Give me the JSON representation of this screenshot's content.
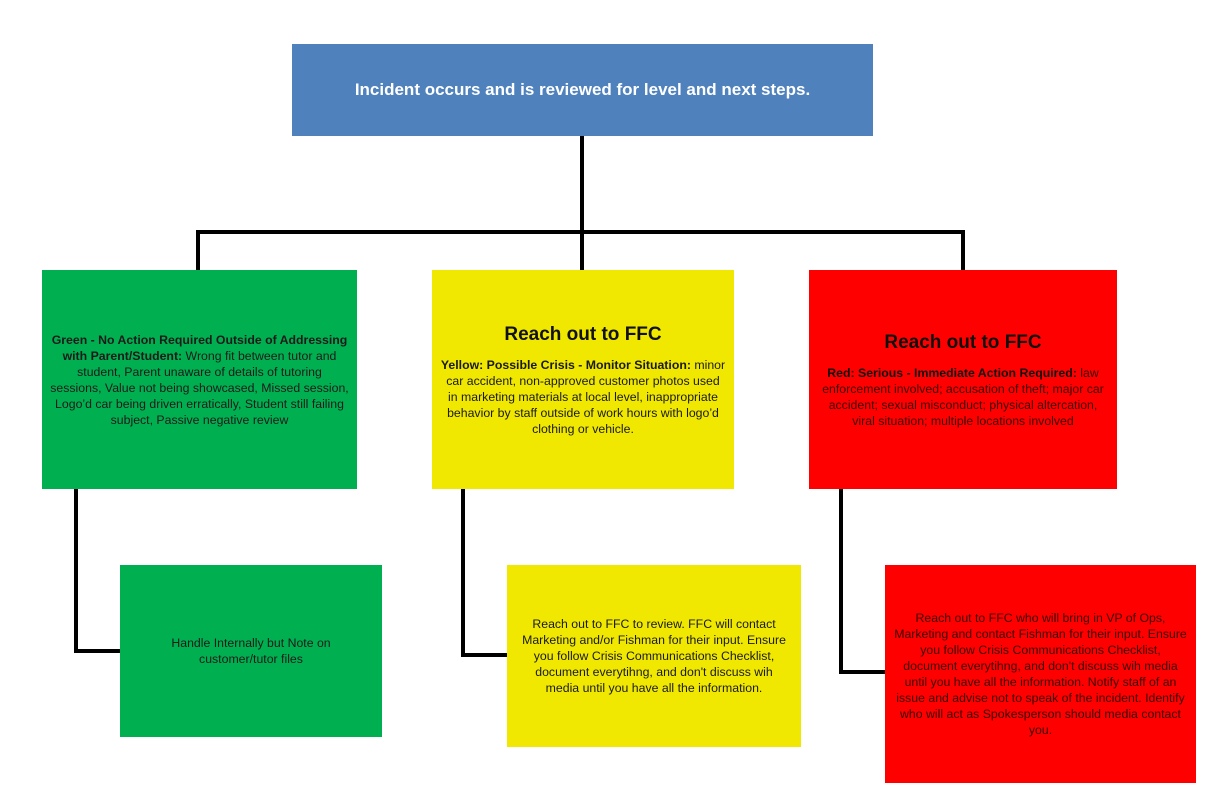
{
  "top": {
    "text": "Incident occurs and is reviewed for level and next steps."
  },
  "green": {
    "bold": "Green - No Action Required Outside of Addressing with Parent/Student:",
    "text": " Wrong fit between tutor and student, Parent unaware of details of tutoring sessions, Value not being showcased, Missed session, Logo’d car being driven erratically, Student still failing subject, Passive negative review",
    "next": "Handle Internally but Note on customer/tutor files"
  },
  "yellow": {
    "heading": "Reach out to FFC",
    "bold": "Yellow: Possible Crisis - Monitor Situation:",
    "text": " minor car accident, non-approved customer photos used in marketing materials at local level, inappropriate behavior by staff outside of work hours with logo’d clothing or vehicle.",
    "next": "Reach out to FFC to review. FFC will contact Marketing and/or Fishman for their input. Ensure you follow Crisis Communications Checklist, document everytihng, and don't discuss wih media until you have all the information."
  },
  "red": {
    "heading": "Reach out to FFC",
    "bold": "Red: Serious - Immediate Action Required:",
    "text": " law enforcement involved; accusation of theft; major car accident; sexual misconduct; physical altercation, viral situation; multiple locations involved",
    "next": "Reach out to FFC  who will bring in VP of Ops, Marketing and contact Fishman for their input. Ensure you follow Crisis Communications Checklist, document everytihng, and don't discuss wih media until you have all the information. Notify staff of an issue and advise not to speak of the incident. Identify who will act as Spokesperson should media contact you."
  },
  "colors": {
    "blue": "#4f81bd",
    "green": "#00b050",
    "yellow": "#f0e800",
    "red": "#ff0000",
    "connector": "#000000"
  }
}
